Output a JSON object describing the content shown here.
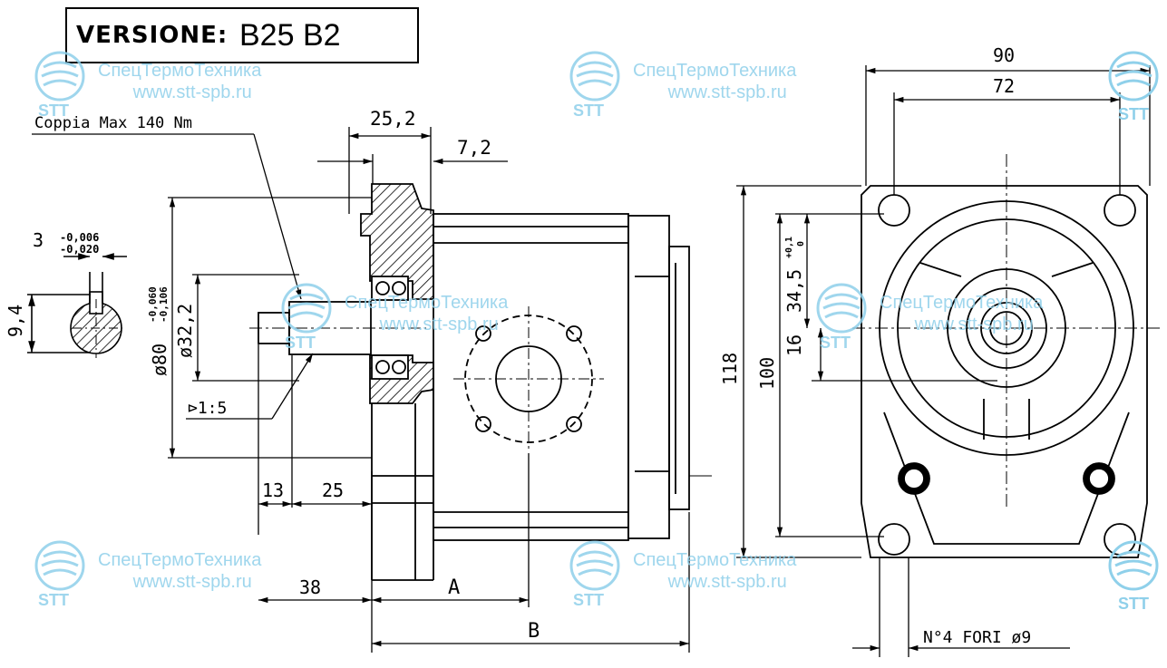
{
  "title": {
    "label": "VERSIONE:",
    "value": "B25 B2"
  },
  "watermark": {
    "brand_line": "СпецТермоТехника",
    "url_line": "www.stt-spb.ru",
    "logo_text": "STT"
  },
  "annotations": {
    "torque": "Coppia Max 140 Nm",
    "taper": "⊳1:5",
    "holes": "N°4 FORI ø9"
  },
  "dimensions": {
    "d_25_2": "25,2",
    "d_7_2": "7,2",
    "d_3": "3",
    "tol_3_upper": "-0,006",
    "tol_3_lower": "-0,020",
    "d_9_4": "9,4",
    "d_80": "ø80",
    "tol_80_upper": "-0,060",
    "tol_80_lower": "-0,106",
    "d_32_2": "ø32,2",
    "d_13": "13",
    "d_25": "25",
    "d_38": "38",
    "d_A": "A",
    "d_B": "B",
    "d_90": "90",
    "d_72": "72",
    "d_118": "118",
    "d_100": "100",
    "d_34_5": "34,5",
    "tol_34_5_upper": "+0,1",
    "tol_34_5_lower": "0",
    "d_16": "16"
  },
  "colors": {
    "line": "#000000",
    "hatch": "#000000",
    "watermark": "#8fd0ea"
  }
}
